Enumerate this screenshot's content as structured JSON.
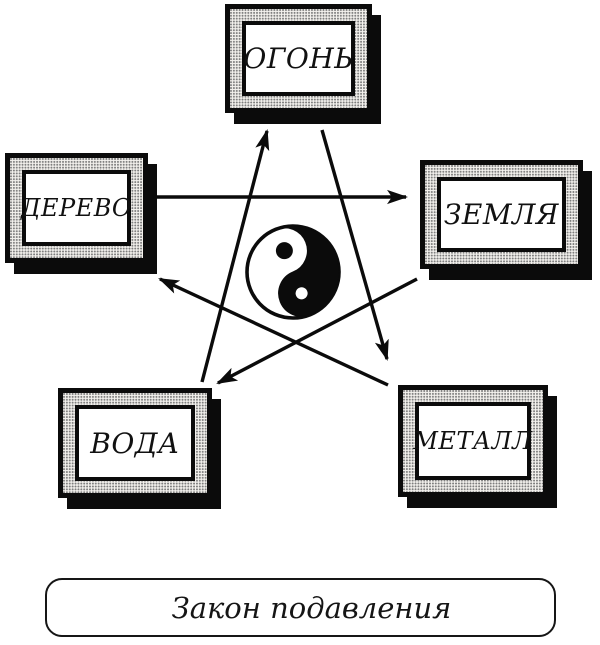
{
  "diagram": {
    "type": "five-elements-cycle",
    "center_icon": "yin-yang-icon",
    "elements": {
      "fire": {
        "label": "ОГОНЬ",
        "position": "top"
      },
      "wood": {
        "label": "ДЕРЕВО",
        "position": "left"
      },
      "earth": {
        "label": "ЗЕМЛЯ",
        "position": "right"
      },
      "water": {
        "label": "ВОДА",
        "position": "bottom-left"
      },
      "metal": {
        "label": "МЕТАЛЛ",
        "position": "bottom-right"
      }
    },
    "relations": [
      {
        "from": "ДЕРЕВО",
        "to": "ЗЕМЛЯ"
      },
      {
        "from": "ВОДА",
        "to": "ОГОНЬ"
      },
      {
        "from": "ОГОНЬ",
        "to": "МЕТАЛЛ"
      },
      {
        "from": "ЗЕМЛЯ",
        "to": "ВОДА"
      },
      {
        "from": "МЕТАЛЛ",
        "to": "ДЕРЕВО"
      }
    ],
    "caption": {
      "label": "Закон подавления"
    },
    "colors": {
      "ink": "#0b0b0b",
      "paper": "#ffffff"
    }
  }
}
